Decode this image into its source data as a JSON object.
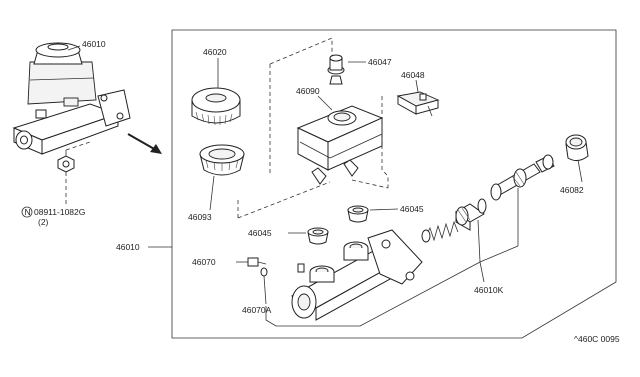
{
  "labels": {
    "p46010_top": "46010",
    "p46020": "46020",
    "p46047": "46047",
    "p46048": "46048",
    "p46090": "46090",
    "p46093": "46093",
    "p46045_right": "46045",
    "p46045_left": "46045",
    "p46082": "46082",
    "p46010_left": "46010",
    "p46070": "46070",
    "p46070A": "46070A",
    "p46010K": "46010K",
    "nut_part_no": "08911-1082G",
    "nut_qty": "(2)",
    "nut_symbol": "N",
    "diagram_code": "^460C 0095"
  }
}
